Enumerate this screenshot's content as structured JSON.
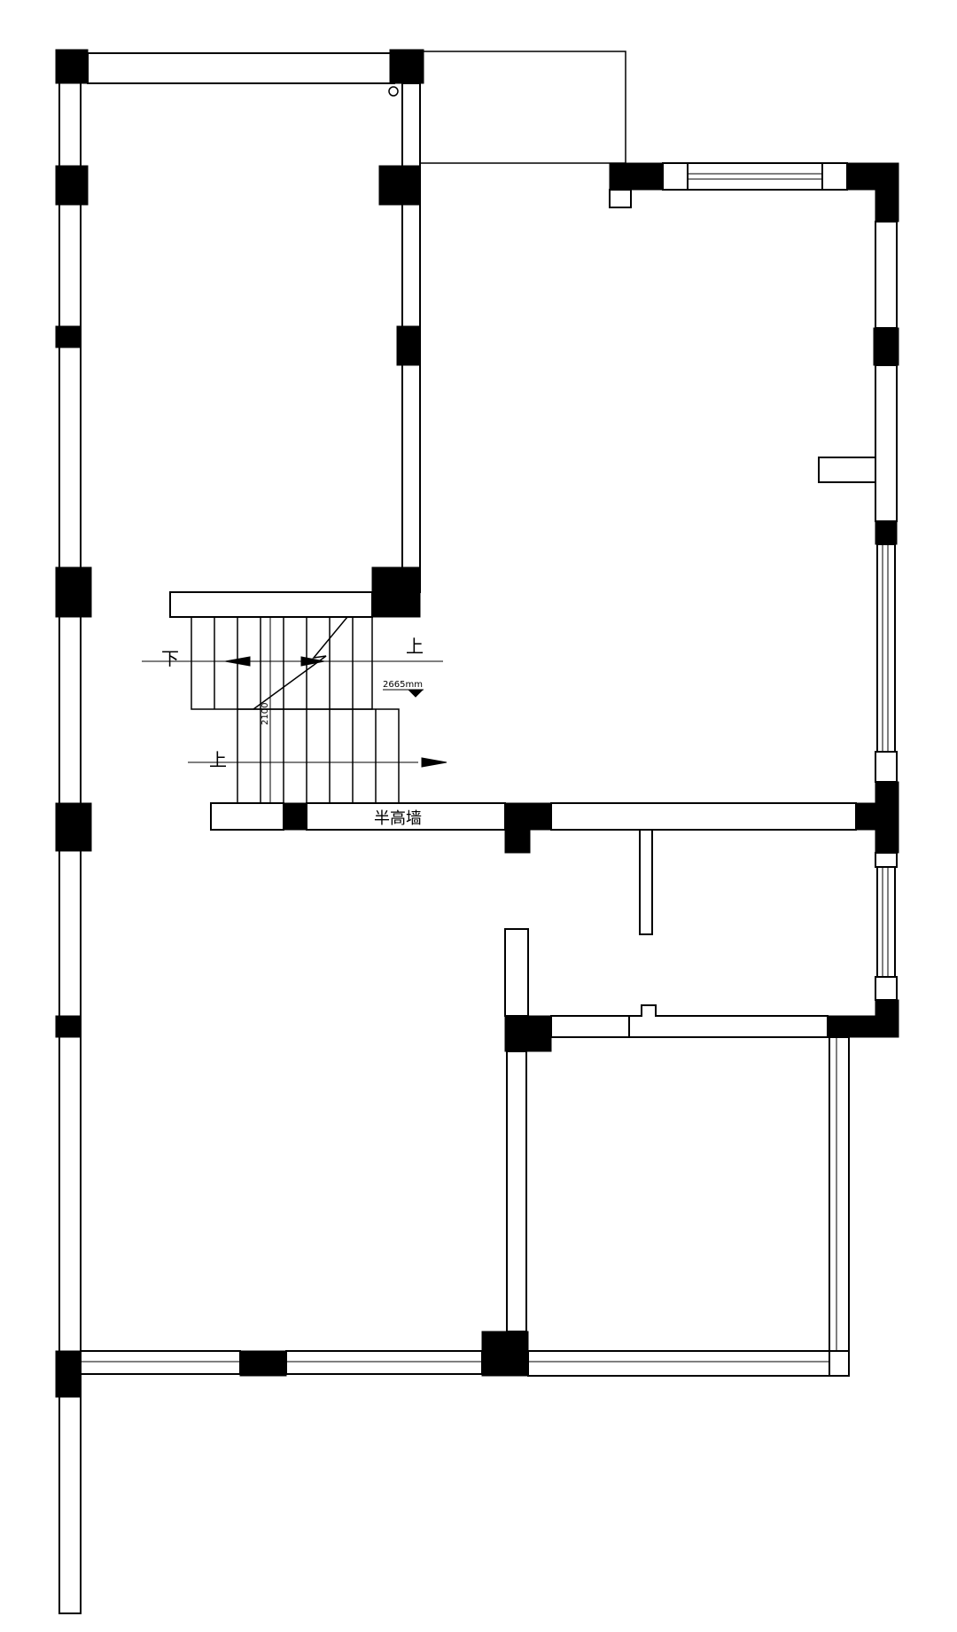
{
  "labels": {
    "stair_down": "下",
    "stair_up_top": "上",
    "stair_up_bottom": "上",
    "stair_dimension": "2100",
    "elevation": "2665mm",
    "half_height_wall": "半高墙"
  }
}
